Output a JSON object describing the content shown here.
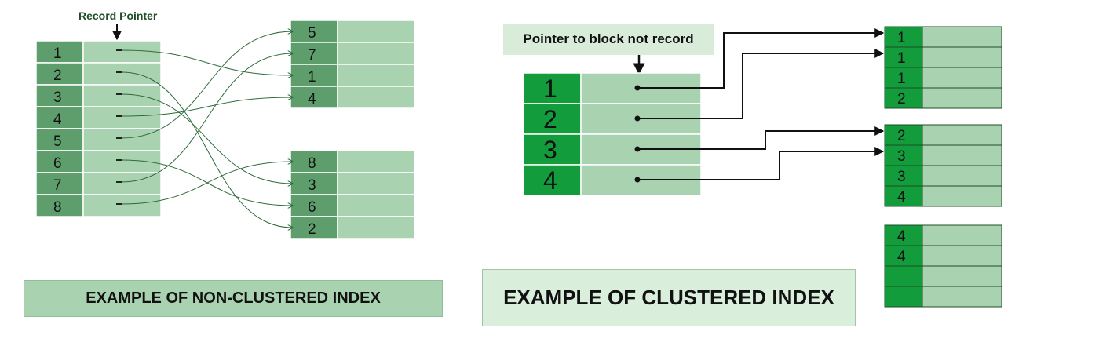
{
  "non_clustered": {
    "pointer_label": "Record Pointer",
    "index_keys": [
      "1",
      "2",
      "3",
      "4",
      "5",
      "6",
      "7",
      "8"
    ],
    "block_a_keys": [
      "5",
      "7",
      "1",
      "4"
    ],
    "block_b_keys": [
      "8",
      "3",
      "6",
      "2"
    ],
    "caption": "EXAMPLE OF NON-CLUSTERED INDEX"
  },
  "clustered": {
    "pointer_note": "Pointer to block not record",
    "index_keys": [
      "1",
      "2",
      "3",
      "4"
    ],
    "block_1_keys": [
      "1",
      "1",
      "1",
      "2"
    ],
    "block_2_keys": [
      "2",
      "3",
      "3",
      "4"
    ],
    "block_3_keys": [
      "4",
      "4",
      "",
      ""
    ],
    "caption": "EXAMPLE OF CLUSTERED INDEX"
  },
  "colors": {
    "key_dark": "#5e9e6c",
    "key_bright": "#129c3c",
    "cell_light": "#a9d3b0",
    "line": "#2e6b3a",
    "line_dark": "#111111"
  }
}
